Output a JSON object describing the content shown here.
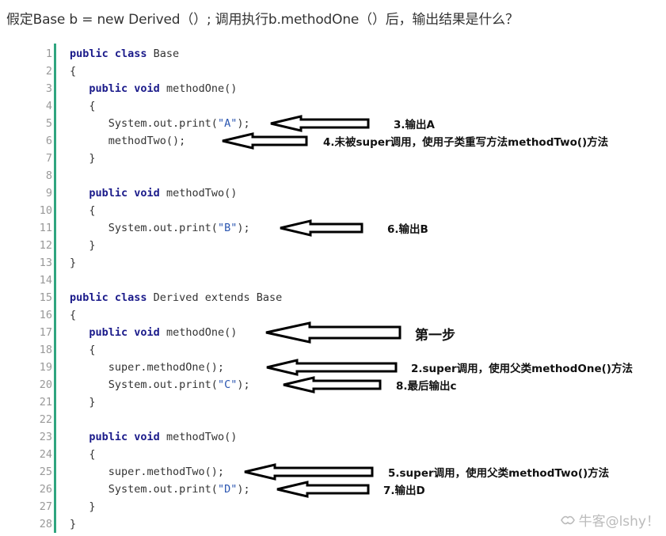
{
  "question": "假定Base b = new Derived（）; 调用执行b.methodOne（）后，输出结果是什么？",
  "code_lines": [
    {
      "no": "1",
      "tokens": [
        {
          "t": "public class ",
          "k": "kw"
        },
        {
          "t": "Base",
          "k": ""
        }
      ]
    },
    {
      "no": "2",
      "tokens": [
        {
          "t": "{",
          "k": ""
        }
      ]
    },
    {
      "no": "3",
      "tokens": [
        {
          "t": "   ",
          "k": ""
        },
        {
          "t": "public void ",
          "k": "kw"
        },
        {
          "t": "methodOne()",
          "k": ""
        }
      ]
    },
    {
      "no": "4",
      "tokens": [
        {
          "t": "   {",
          "k": ""
        }
      ]
    },
    {
      "no": "5",
      "tokens": [
        {
          "t": "      System.out.print(",
          "k": ""
        },
        {
          "t": "\"A\"",
          "k": "str"
        },
        {
          "t": ");",
          "k": ""
        }
      ]
    },
    {
      "no": "6",
      "tokens": [
        {
          "t": "      methodTwo();",
          "k": ""
        }
      ]
    },
    {
      "no": "7",
      "tokens": [
        {
          "t": "   }",
          "k": ""
        }
      ]
    },
    {
      "no": "8",
      "tokens": []
    },
    {
      "no": "9",
      "tokens": [
        {
          "t": "   ",
          "k": ""
        },
        {
          "t": "public void ",
          "k": "kw"
        },
        {
          "t": "methodTwo()",
          "k": ""
        }
      ]
    },
    {
      "no": "10",
      "tokens": [
        {
          "t": "   {",
          "k": ""
        }
      ]
    },
    {
      "no": "11",
      "tokens": [
        {
          "t": "      System.out.print(",
          "k": ""
        },
        {
          "t": "\"B\"",
          "k": "str"
        },
        {
          "t": ");",
          "k": ""
        }
      ]
    },
    {
      "no": "12",
      "tokens": [
        {
          "t": "   }",
          "k": ""
        }
      ]
    },
    {
      "no": "13",
      "tokens": [
        {
          "t": "}",
          "k": ""
        }
      ]
    },
    {
      "no": "14",
      "tokens": []
    },
    {
      "no": "15",
      "tokens": [
        {
          "t": "public class ",
          "k": "kw"
        },
        {
          "t": "Derived extends Base",
          "k": ""
        }
      ]
    },
    {
      "no": "16",
      "tokens": [
        {
          "t": "{",
          "k": ""
        }
      ]
    },
    {
      "no": "17",
      "tokens": [
        {
          "t": "   ",
          "k": ""
        },
        {
          "t": "public void ",
          "k": "kw"
        },
        {
          "t": "methodOne()",
          "k": ""
        }
      ]
    },
    {
      "no": "18",
      "tokens": [
        {
          "t": "   {",
          "k": ""
        }
      ]
    },
    {
      "no": "19",
      "tokens": [
        {
          "t": "      super.methodOne();",
          "k": ""
        }
      ]
    },
    {
      "no": "20",
      "tokens": [
        {
          "t": "      System.out.print(",
          "k": ""
        },
        {
          "t": "\"C\"",
          "k": "str"
        },
        {
          "t": ");",
          "k": ""
        }
      ]
    },
    {
      "no": "21",
      "tokens": [
        {
          "t": "   }",
          "k": ""
        }
      ]
    },
    {
      "no": "22",
      "tokens": []
    },
    {
      "no": "23",
      "tokens": [
        {
          "t": "   ",
          "k": ""
        },
        {
          "t": "public void ",
          "k": "kw"
        },
        {
          "t": "methodTwo()",
          "k": ""
        }
      ]
    },
    {
      "no": "24",
      "tokens": [
        {
          "t": "   {",
          "k": ""
        }
      ]
    },
    {
      "no": "25",
      "tokens": [
        {
          "t": "      super.methodTwo();",
          "k": ""
        }
      ]
    },
    {
      "no": "26",
      "tokens": [
        {
          "t": "      System.out.print(",
          "k": ""
        },
        {
          "t": "\"D\"",
          "k": "str"
        },
        {
          "t": ");",
          "k": ""
        }
      ]
    },
    {
      "no": "27",
      "tokens": [
        {
          "t": "   }",
          "k": ""
        }
      ]
    },
    {
      "no": "28",
      "tokens": [
        {
          "t": "}",
          "k": ""
        }
      ]
    }
  ],
  "annotations": [
    {
      "line": "5",
      "text": "3.输出A"
    },
    {
      "line": "6",
      "text": "4.未被super调用，使用子类重写方法methodTwo()方法"
    },
    {
      "line": "11",
      "text": "6.输出B"
    },
    {
      "line": "17",
      "text": "第一步"
    },
    {
      "line": "19",
      "text": "2.super调用，使用父类methodOne()方法"
    },
    {
      "line": "20",
      "text": "8.最后输出c"
    },
    {
      "line": "25",
      "text": "5.super调用，使用父类methodTwo()方法"
    },
    {
      "line": "26",
      "text": "7.输出D"
    }
  ],
  "watermark": "牛客@lshy！",
  "colors": {
    "gutter_bar": "#2fa57f",
    "keyword": "#1a1a8a",
    "string": "#2a55b0"
  }
}
